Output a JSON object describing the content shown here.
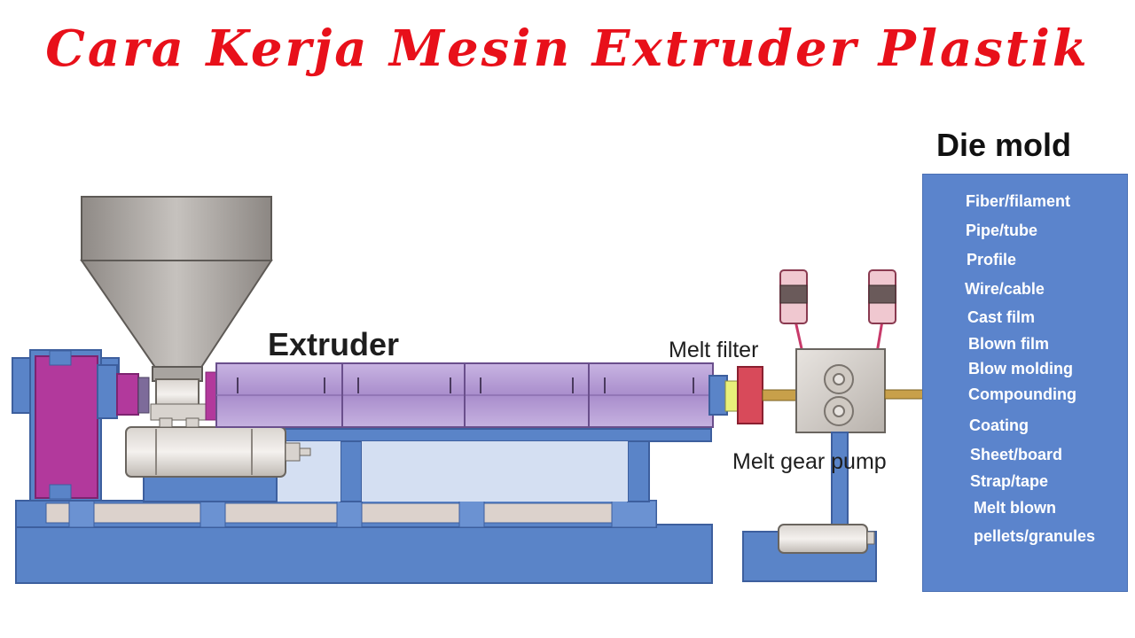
{
  "title": "Cara Kerja Mesin Extruder Plastik",
  "labels": {
    "extruder": "Extruder",
    "melt_filter": "Melt filter",
    "melt_gear_pump": "Melt gear pump",
    "die_mold": "Die mold"
  },
  "die_mold_products": [
    "Fiber/filament",
    "Pipe/tube",
    "Profile",
    "Wire/cable",
    "Cast film",
    "Blown film",
    "Blow molding",
    "Compounding",
    "Coating",
    "Sheet/board",
    "Strap/tape",
    "Melt blown",
    "pellets/granules"
  ],
  "colors": {
    "title": "#e8101a",
    "frame_blue": "#5a84c8",
    "frame_dark": "#3d5f9e",
    "barrel_purple": "#b49ad4",
    "motor_magenta": "#b2399c",
    "hopper_gray": "#a8a4a0",
    "filter_red": "#d84a5a",
    "panel_blue": "#5b84cc"
  }
}
